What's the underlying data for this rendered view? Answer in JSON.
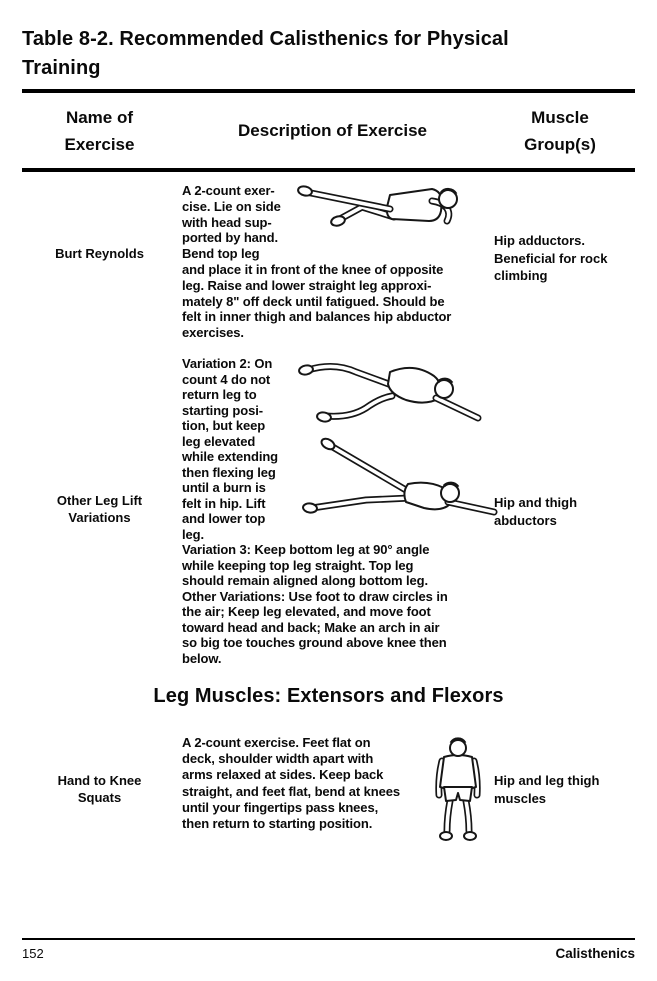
{
  "page": {
    "title": "Table 8-2. Recommended Calisthenics for Physical\nTraining"
  },
  "table": {
    "headers": {
      "name": "Name of\nExercise",
      "description": "Description of Exercise",
      "muscle": "Muscle\nGroup(s)"
    },
    "rows": [
      {
        "name": "Burt Reynolds",
        "description": "A 2-count exer-\ncise. Lie on side\nwith head sup-\nported by hand.\nBend top leg\nand place it in front of the knee of opposite\nleg. Raise and lower straight leg approxi-\nmately 8\" off deck until fatigued. Should be\nfelt in inner thigh and balances hip abductor\nexercises.",
        "muscle": "Hip adductors.\nBeneficial for rock\nclimbing",
        "illustration": "lying-side-leg-raise"
      },
      {
        "name": "Other Leg Lift\nVariations",
        "description": "Variation 2: On\ncount 4 do not\nreturn leg to\nstarting posi-\ntion, but keep\nleg elevated\nwhile extending\nthen flexing leg\nuntil a burn is\nfelt in hip. Lift\nand lower top\nleg.\nVariation 3: Keep bottom leg at 90° angle\nwhile keeping top leg straight. Top leg\nshould remain aligned along bottom leg.\nOther Variations: Use foot to draw circles in\nthe air; Keep leg elevated, and move foot\ntoward head and back; Make an arch in air\nso big toe touches ground above knee then\nbelow.",
        "muscle": "Hip and thigh\nabductors",
        "illustration": "lying-twist-leg-lift,lying-high-leg-raise"
      },
      {
        "name": "Hand to Knee\nSquats",
        "description": "A 2-count exercise. Feet flat on\ndeck, shoulder width apart with\narms relaxed at sides. Keep back\nstraight, and feet flat, bend at knees\nuntil your fingertips pass knees,\nthen return to starting position.",
        "muscle": "Hip and leg thigh\nmuscles",
        "illustration": "standing-squat"
      }
    ],
    "section_heading": "Leg Muscles: Extensors and Flexors"
  },
  "footer": {
    "page_number": "152",
    "chapter": "Calisthenics"
  }
}
